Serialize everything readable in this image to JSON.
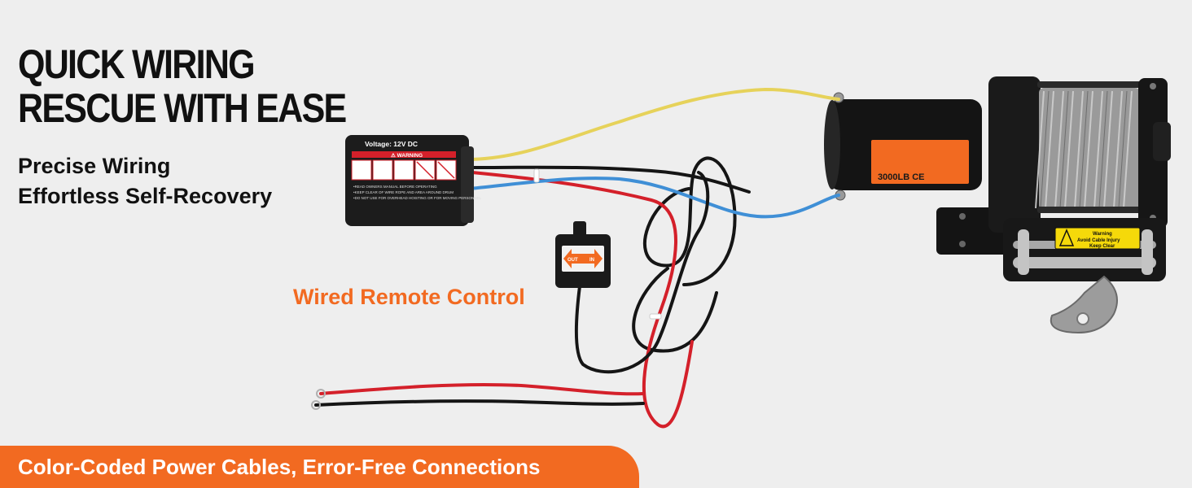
{
  "headline": {
    "line1": "QUICK WIRING",
    "line2": "RESCUE WITH EASE"
  },
  "subheadline": {
    "line1": "Precise Wiring",
    "line2": "Effortless Self-Recovery"
  },
  "callout": "Wired Remote Control",
  "banner": "Color-Coded Power Cables, Error-Free Connections",
  "control_box": {
    "voltage": "Voltage:  12V DC",
    "warning": "⚠ WARNING",
    "notes": [
      "•READ OWNERS MANUAL BEFORE OPERATING",
      "•KEEP CLEAR OF WIRE ROPE AND AREA AROUND DRUM",
      "•DO NOT USE FOR OVERHEAD HOISTING OR FOR MOVING PERSONNEL"
    ]
  },
  "remote": {
    "out": "OUT",
    "in": "IN"
  },
  "winch": {
    "rating": "3000LB  CE",
    "warning_tag": [
      "Warning",
      "Avoid Cable Injury",
      "Keep Clear"
    ]
  },
  "colors": {
    "accent": "#f26a21",
    "text": "#111111",
    "background": "#eeeeee",
    "wire_yellow": "#e6d25a",
    "wire_blue": "#3f8fd6",
    "wire_red": "#d4202a",
    "wire_black": "#151515"
  }
}
